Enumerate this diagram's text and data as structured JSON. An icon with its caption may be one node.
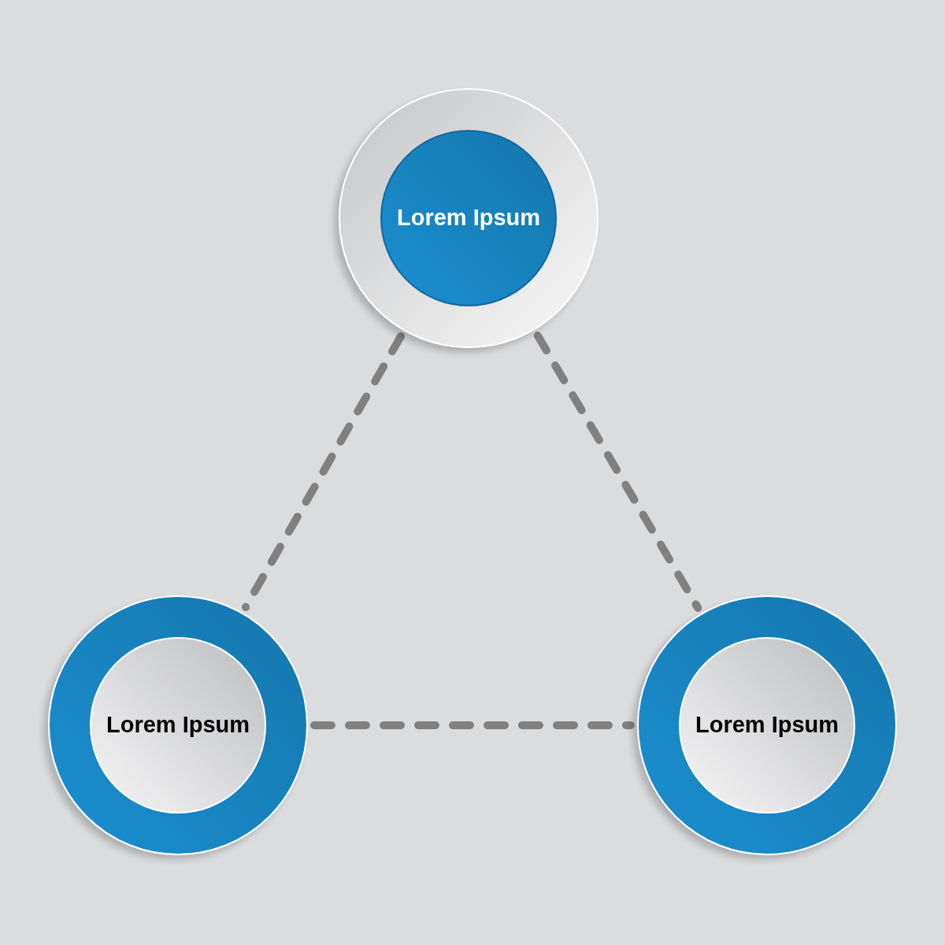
{
  "diagram": {
    "nodes": [
      {
        "text": [
          "Lorem Ipsum"
        ]
      },
      {
        "text": [
          "Lorem Ipsum"
        ]
      },
      {
        "text": [
          "Lorem Ipsum"
        ]
      }
    ],
    "edges": [
      {
        "from": 0,
        "to": 1,
        "arrow": "none",
        "style": "dashed"
      },
      {
        "from": 0,
        "to": 2,
        "arrow": "none",
        "style": "dashed"
      },
      {
        "from": 1,
        "to": 2,
        "arrow": "none",
        "style": "dashed"
      }
    ]
  }
}
